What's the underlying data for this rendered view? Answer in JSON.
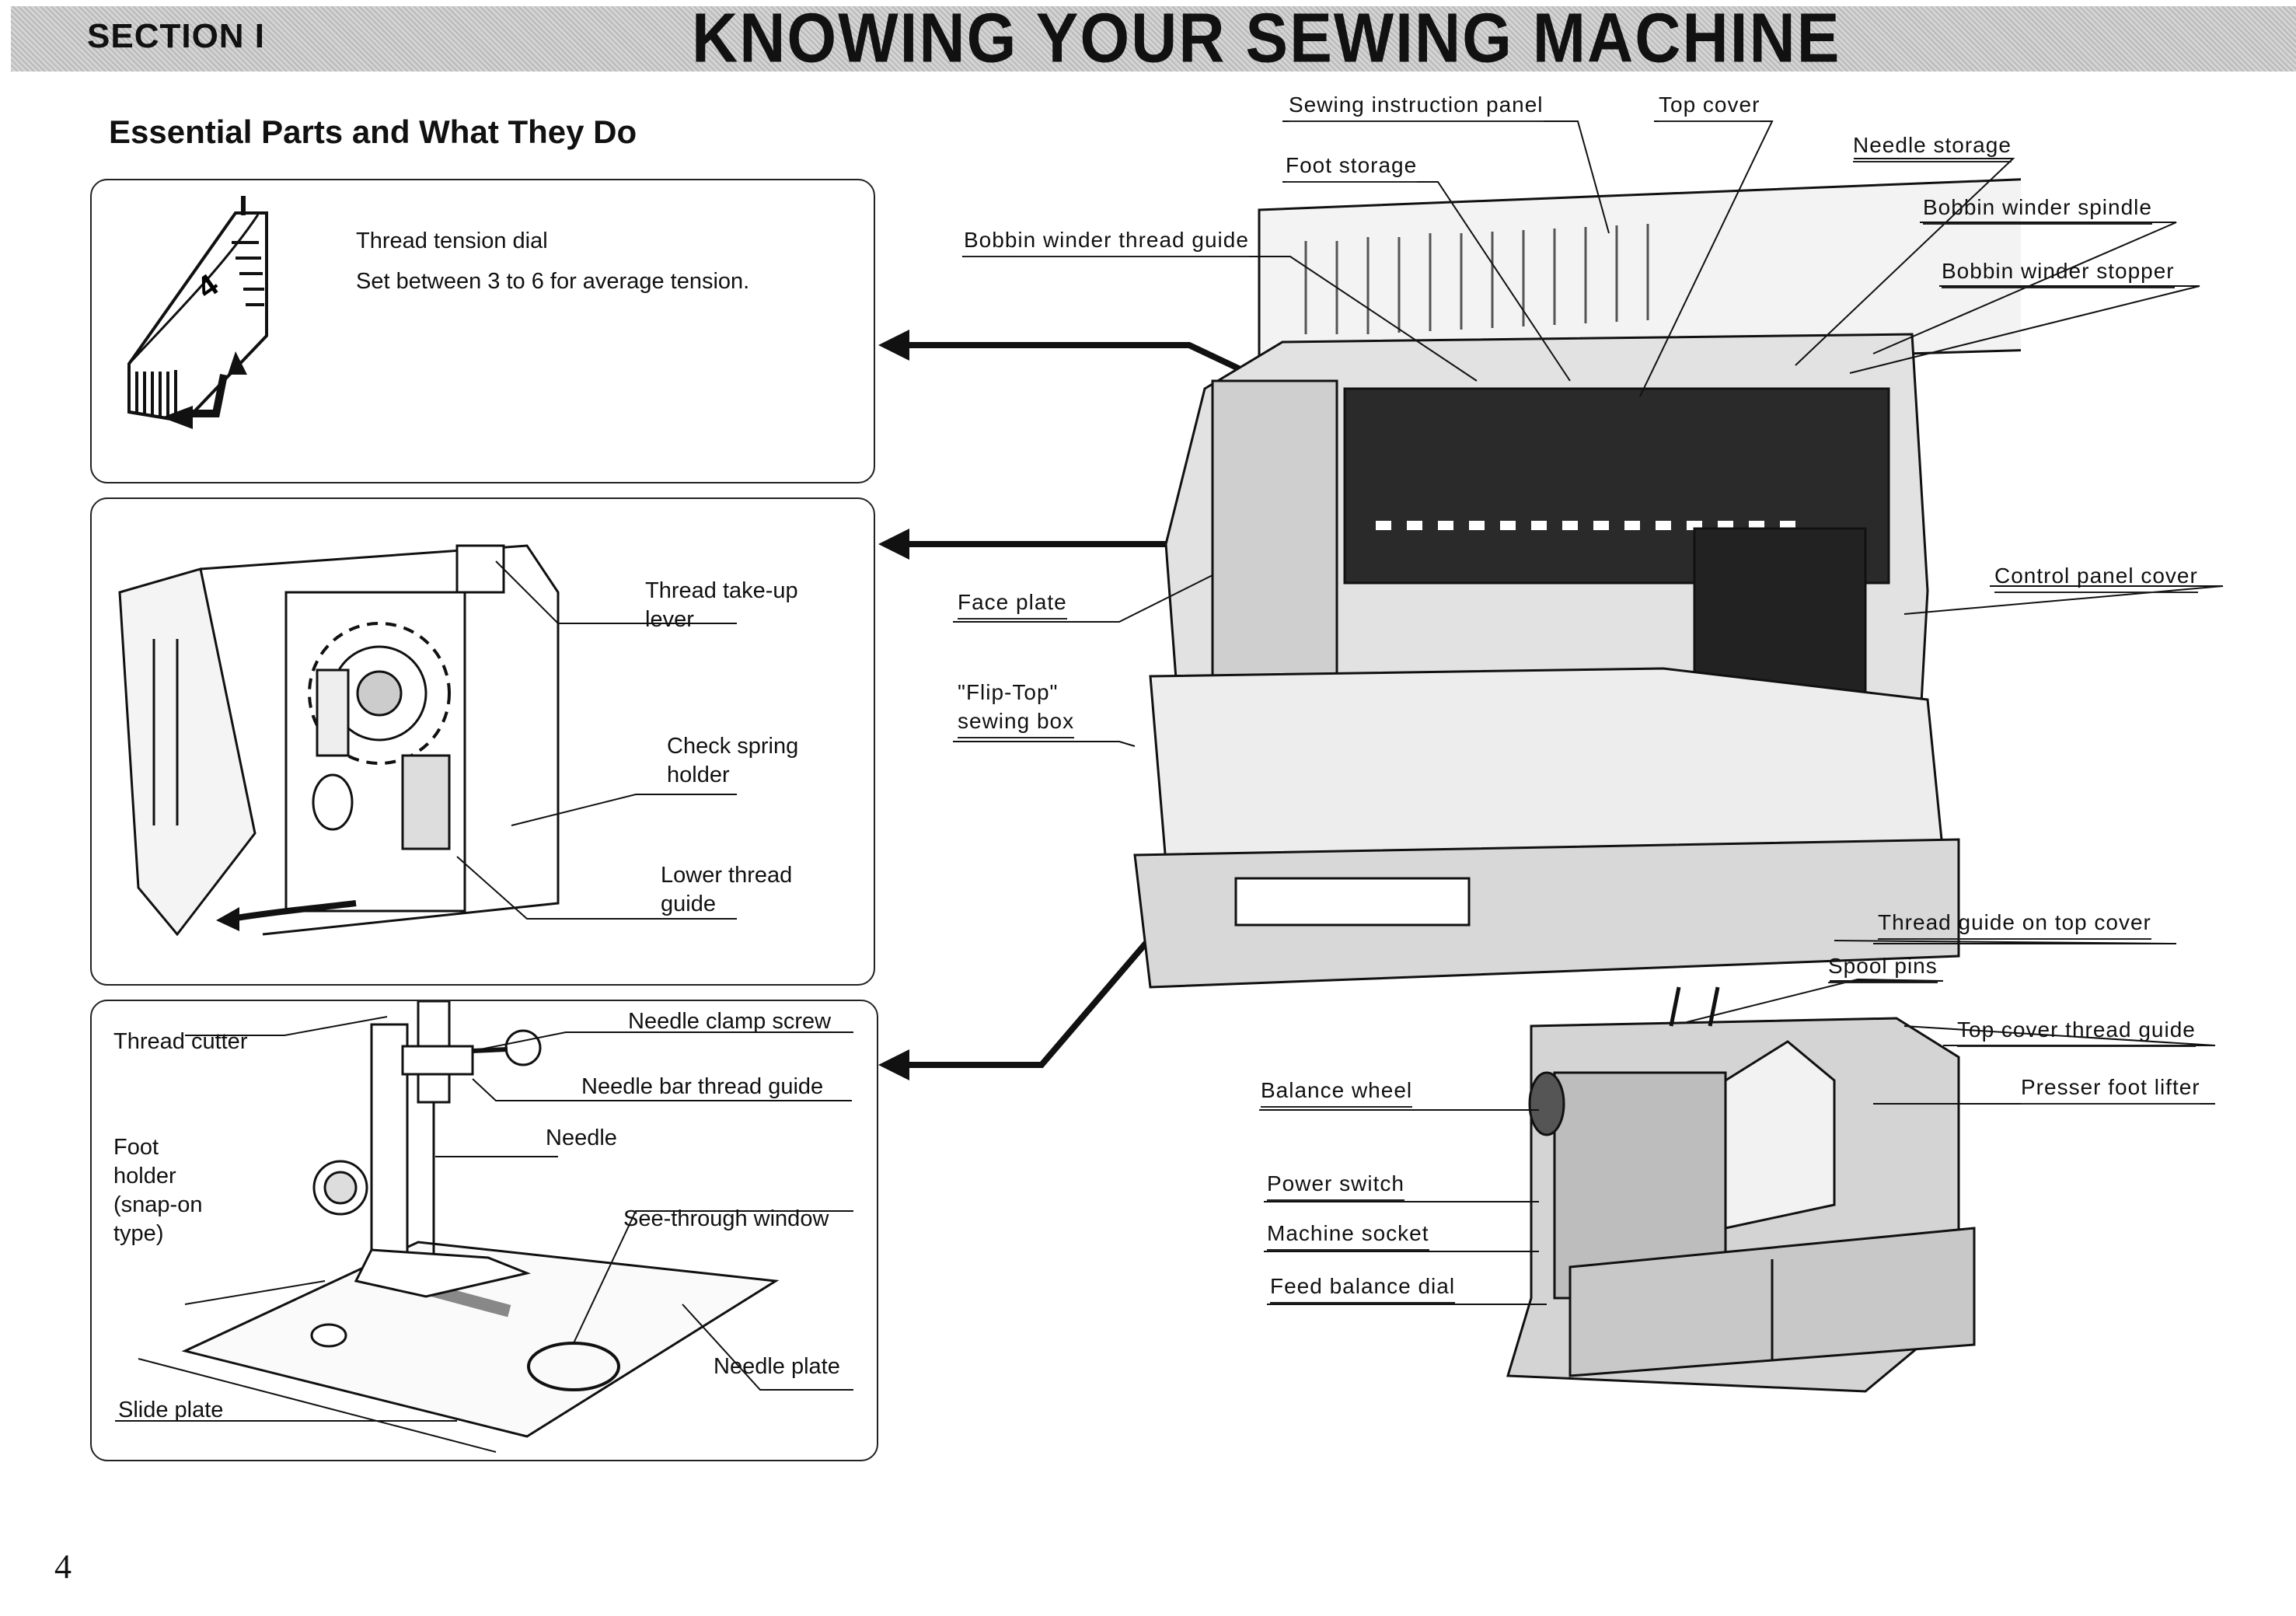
{
  "header": {
    "section_label": "SECTION I",
    "title": "KNOWING YOUR SEWING MACHINE"
  },
  "subtitle": "Essential Parts and What They Do",
  "panel1": {
    "dial_number": "4",
    "label_title": "Thread tension dial",
    "label_desc": "Set between 3 to 6 for average tension."
  },
  "panel2": {
    "take_up_line1": "Thread take-up",
    "take_up_line2": "lever",
    "check_spring_line1": "Check spring",
    "check_spring_line2": "holder",
    "lower_guide_line1": "Lower thread",
    "lower_guide_line2": "guide"
  },
  "panel3": {
    "thread_cutter": "Thread cutter",
    "needle_clamp_screw": "Needle clamp screw",
    "needle_bar_thread_guide": "Needle bar thread guide",
    "needle": "Needle",
    "foot_holder_line1": "Foot",
    "foot_holder_line2": "holder",
    "foot_holder_line3": "(snap-on",
    "foot_holder_line4": "type)",
    "see_through_window": "See-through window",
    "needle_plate": "Needle plate",
    "slide_plate": "Slide plate"
  },
  "machine_front": {
    "sewing_instruction_panel": "Sewing instruction panel",
    "top_cover": "Top cover",
    "foot_storage": "Foot storage",
    "needle_storage": "Needle storage",
    "bobbin_winder_thread_guide": "Bobbin winder thread guide",
    "bobbin_winder_spindle": "Bobbin winder spindle",
    "bobbin_winder_stopper": "Bobbin winder stopper",
    "face_plate": "Face plate",
    "control_panel_cover": "Control panel cover",
    "flip_top_line1": "\"Flip-Top\"",
    "flip_top_line2": "sewing box",
    "thread_guide_on_top_cover": "Thread guide on top cover"
  },
  "machine_back": {
    "spool_pins": "Spool pins",
    "top_cover_thread_guide": "Top cover thread guide",
    "balance_wheel": "Balance wheel",
    "presser_foot_lifter": "Presser foot lifter",
    "power_switch": "Power switch",
    "machine_socket": "Machine socket",
    "feed_balance_dial": "Feed balance dial"
  },
  "page_number": "4"
}
